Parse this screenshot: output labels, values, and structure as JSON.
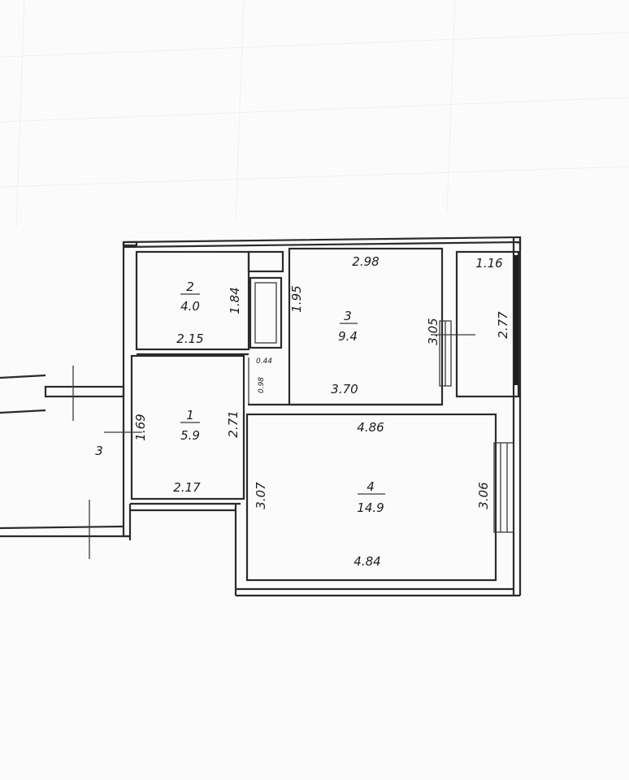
{
  "rooms": [
    {
      "number": "1",
      "area": "5.9"
    },
    {
      "number": "2",
      "area": "4.0"
    },
    {
      "number": "3",
      "area": "9.4"
    },
    {
      "number": "4",
      "area": "14.9"
    }
  ],
  "outside_label": "3",
  "dimensions": {
    "room2_width": "2.15",
    "room2_height": "1.84",
    "bath_height": "1.95",
    "room3_top": "2.98",
    "room3_bottom": "3.70",
    "room3_height": "3.05",
    "balcony_width": "1.16",
    "balcony_height": "2.77",
    "small_a": "0.44",
    "small_b": "0.98",
    "room1_height_left": "1.69",
    "room1_height_right": "2.71",
    "room1_width": "2.17",
    "room4_top": "4.86",
    "room4_bottom": "4.84",
    "room4_left": "3.07",
    "room4_right": "3.06"
  }
}
